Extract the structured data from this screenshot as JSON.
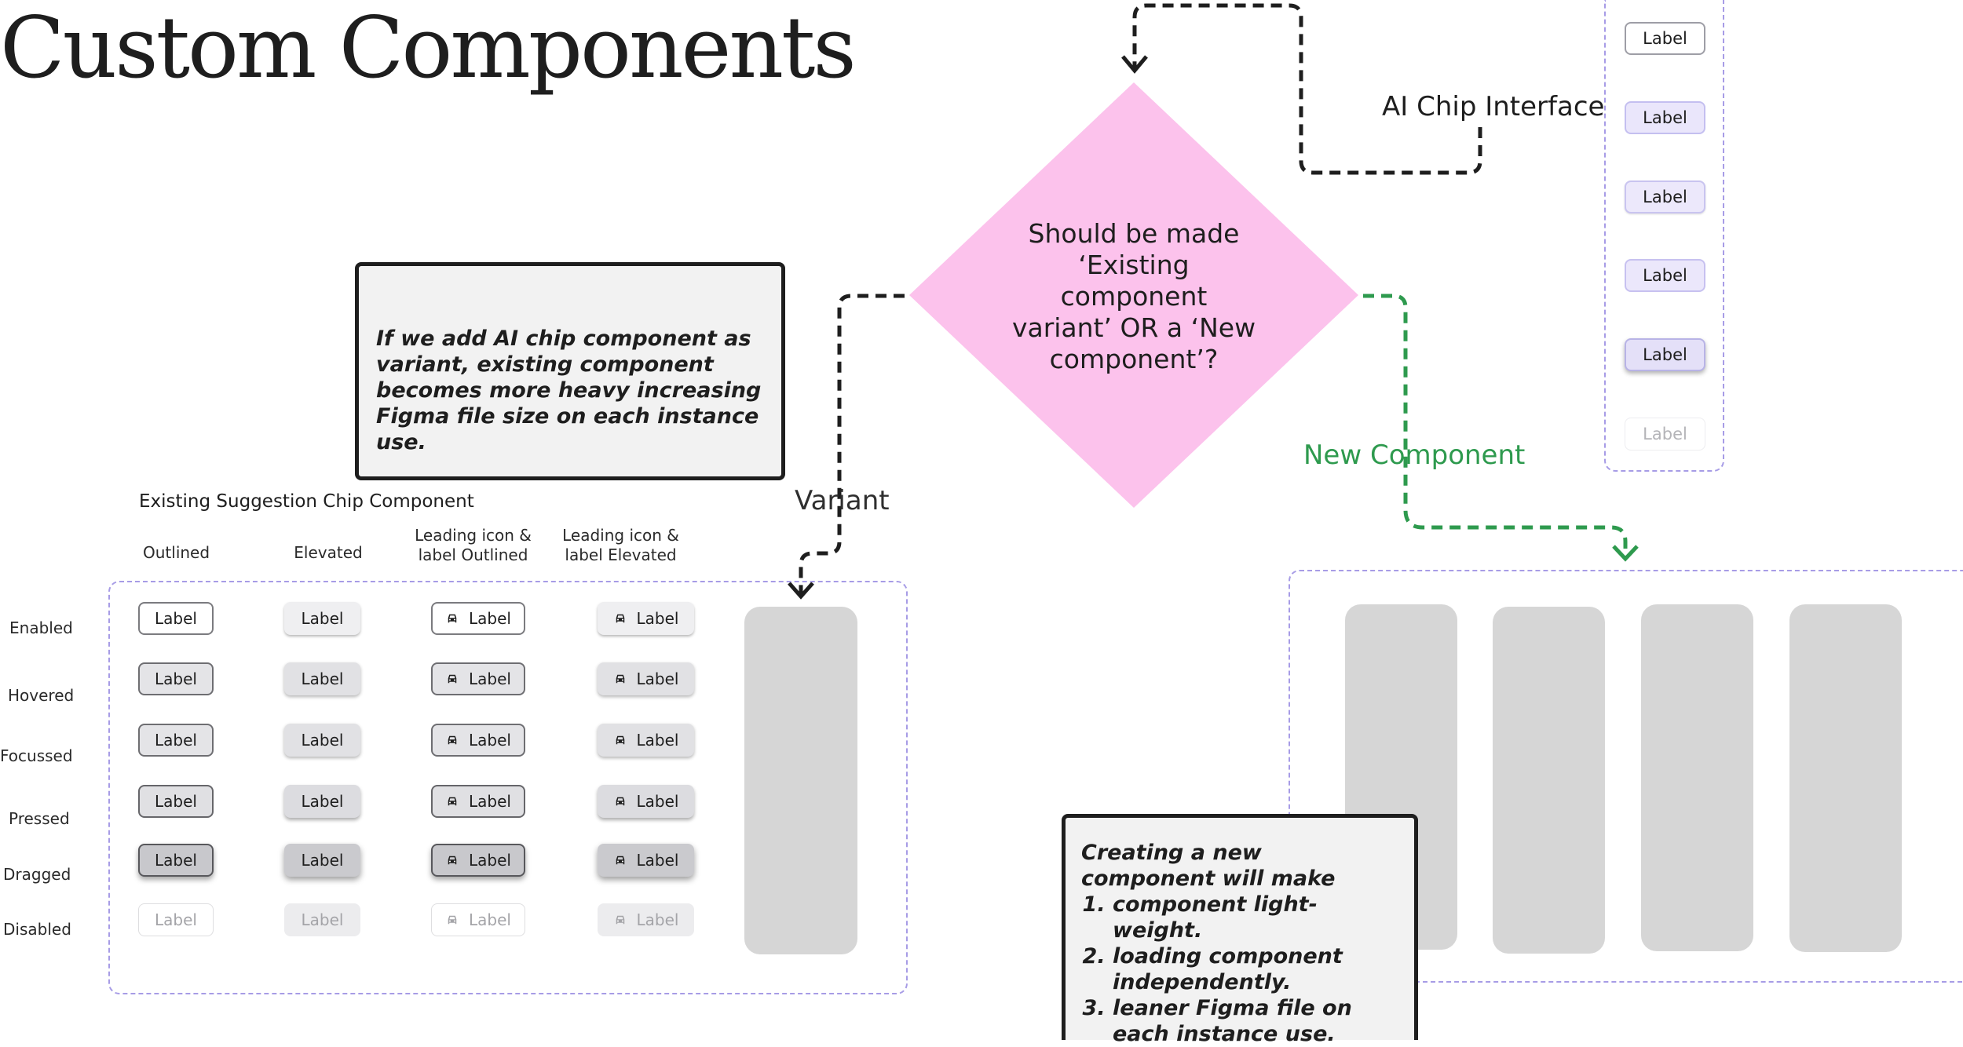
{
  "title": "Custom Components",
  "decision": {
    "question": "Should be made ‘Existing component variant’ OR a ‘New component’?",
    "variant_label": "Variant",
    "new_label": "New Component",
    "ai_label": "AI Chip Interface"
  },
  "note_variant": "If we add AI chip component as variant, existing component becomes more heavy increasing Figma file size on each instance use.",
  "note_new": {
    "intro": "Creating a new component will make",
    "points": [
      "component light-weight.",
      "loading component independently.",
      "leaner Figma file on each instance use."
    ]
  },
  "existing": {
    "title": "Existing Suggestion Chip Component",
    "columns": [
      "Outlined",
      "Elevated",
      "Leading icon & label Outlined",
      "Leading icon & label Elevated"
    ],
    "rows": [
      "Enabled",
      "Hovered",
      "Focussed",
      "Pressed",
      "Dragged",
      "Disabled"
    ],
    "chip_label": "Label"
  },
  "ai_chips": {
    "label": "Label",
    "states": [
      "enabled",
      "hovered",
      "focussed",
      "pressed",
      "dragged",
      "disabled"
    ]
  },
  "colors": {
    "diamond": "#fcc2ec",
    "new_component": "#2e9a4e",
    "frame_dash": "#a79ce6",
    "placeholder": "#d6d6d6",
    "note_bg": "#f2f2f2"
  }
}
